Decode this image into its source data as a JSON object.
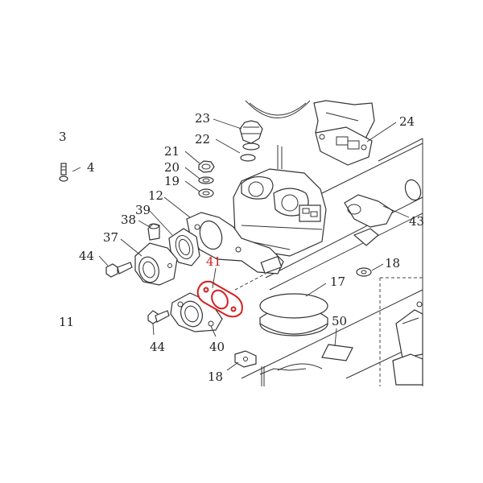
{
  "diagram": {
    "highlight_color": "#d42020",
    "labels": [
      {
        "id": "3",
        "text": "3"
      },
      {
        "id": "4",
        "text": "4"
      },
      {
        "id": "11",
        "text": "11"
      },
      {
        "id": "12",
        "text": "12"
      },
      {
        "id": "17",
        "text": "17"
      },
      {
        "id": "18a",
        "text": "18"
      },
      {
        "id": "18b",
        "text": "18"
      },
      {
        "id": "19",
        "text": "19"
      },
      {
        "id": "20",
        "text": "20"
      },
      {
        "id": "21",
        "text": "21"
      },
      {
        "id": "22",
        "text": "22"
      },
      {
        "id": "23",
        "text": "23"
      },
      {
        "id": "24",
        "text": "24"
      },
      {
        "id": "37",
        "text": "37"
      },
      {
        "id": "38",
        "text": "38"
      },
      {
        "id": "39",
        "text": "39"
      },
      {
        "id": "40",
        "text": "40"
      },
      {
        "id": "41",
        "text": "41",
        "highlighted": true
      },
      {
        "id": "43",
        "text": "43"
      },
      {
        "id": "44a",
        "text": "44"
      },
      {
        "id": "44b",
        "text": "44"
      },
      {
        "id": "50",
        "text": "50"
      }
    ]
  }
}
